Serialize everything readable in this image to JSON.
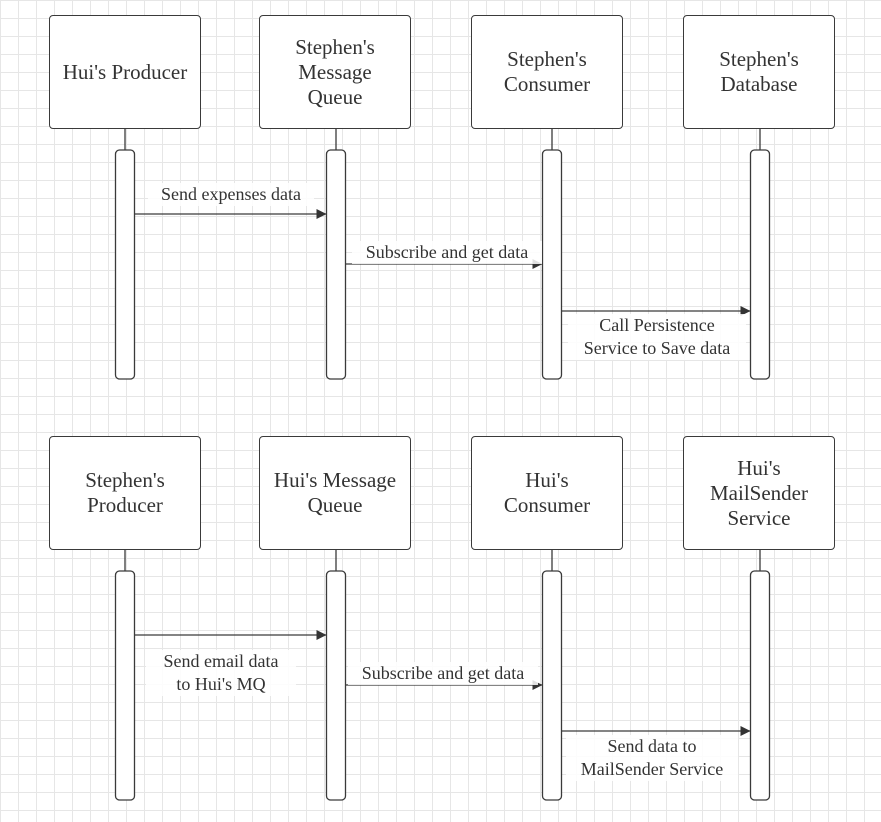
{
  "diagrams": [
    {
      "participants": [
        {
          "label": "Hui's Producer"
        },
        {
          "label": "Stephen's\nMessage\nQueue"
        },
        {
          "label": "Stephen's\nConsumer"
        },
        {
          "label": "Stephen's\nDatabase"
        }
      ],
      "messages": [
        {
          "from": 0,
          "to": 1,
          "label": "Send expenses data"
        },
        {
          "from": 1,
          "to": 2,
          "label": "Subscribe and get data"
        },
        {
          "from": 2,
          "to": 3,
          "label": "Call Persistence\nService to Save data"
        }
      ]
    },
    {
      "participants": [
        {
          "label": "Stephen's\nProducer"
        },
        {
          "label": "Hui's Message\nQueue"
        },
        {
          "label": "Hui's\nConsumer"
        },
        {
          "label": "Hui's\nMailSender\nService"
        }
      ],
      "messages": [
        {
          "from": 0,
          "to": 1,
          "label": "Send email data\nto Hui's MQ"
        },
        {
          "from": 1,
          "to": 2,
          "label": "Subscribe and get data"
        },
        {
          "from": 2,
          "to": 3,
          "label": "Send data to\nMailSender Service"
        }
      ]
    }
  ],
  "colors": {
    "stroke": "#3a3a3a",
    "text": "#333333",
    "grid": "#e6e6e6",
    "background": "#ffffff"
  }
}
